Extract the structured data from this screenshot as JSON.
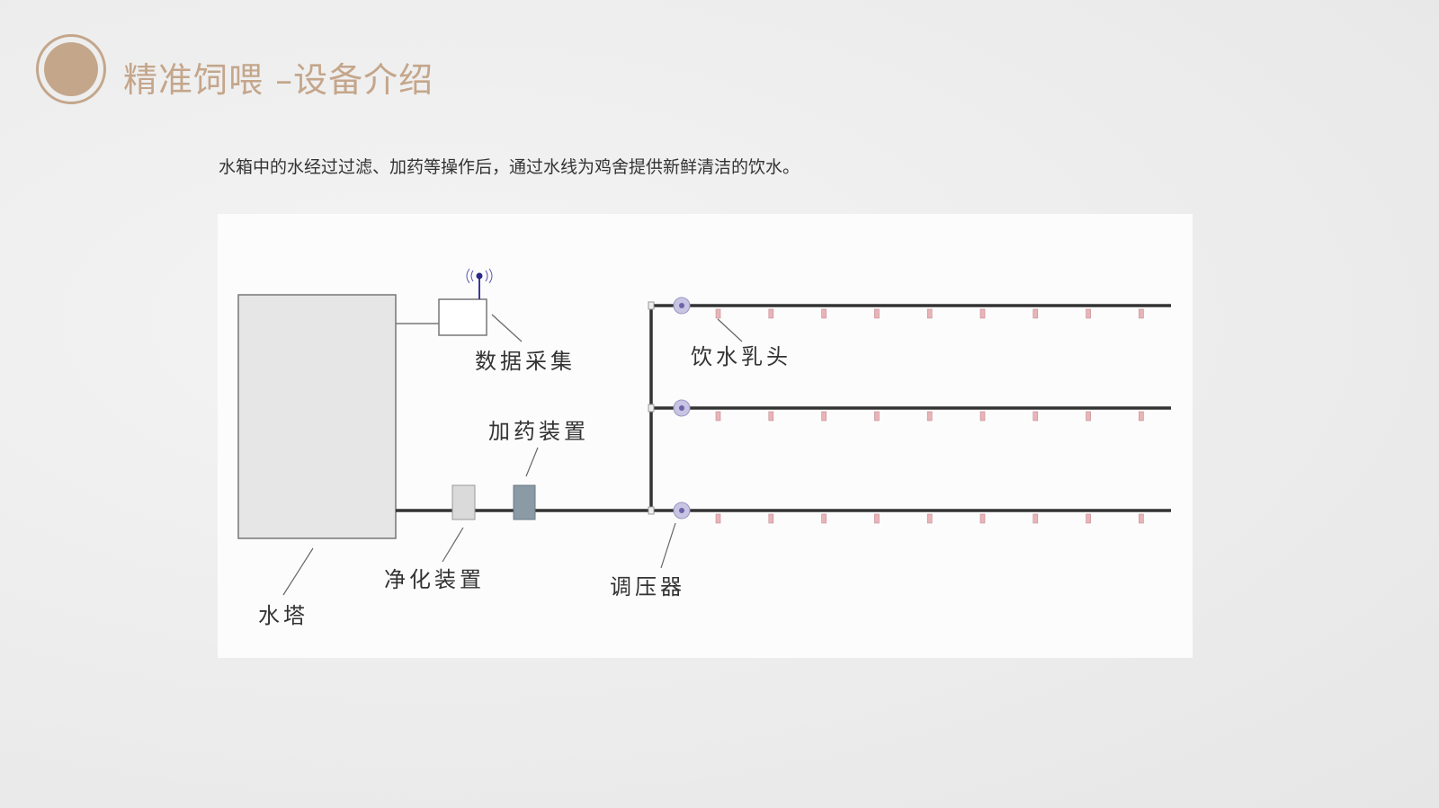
{
  "header": {
    "title": "精准饲喂 –设备介绍"
  },
  "description": "水箱中的水经过过滤、加药等操作后，通过水线为鸡舍提供新鲜清洁的饮水。",
  "diagram": {
    "labels": {
      "tower": "水塔",
      "data": "数据采集",
      "dosing": "加药装置",
      "purify": "净化装置",
      "regulator": "调压器",
      "nipple": "饮水乳头"
    },
    "line_count": 3,
    "nipples_per_line": 9,
    "colors": {
      "accent": "#c4a68b",
      "pipe": "#333333",
      "nipple": "#e8b4b8",
      "regulator": "#c8c4e4",
      "dosing": "#8a9ba6"
    }
  }
}
